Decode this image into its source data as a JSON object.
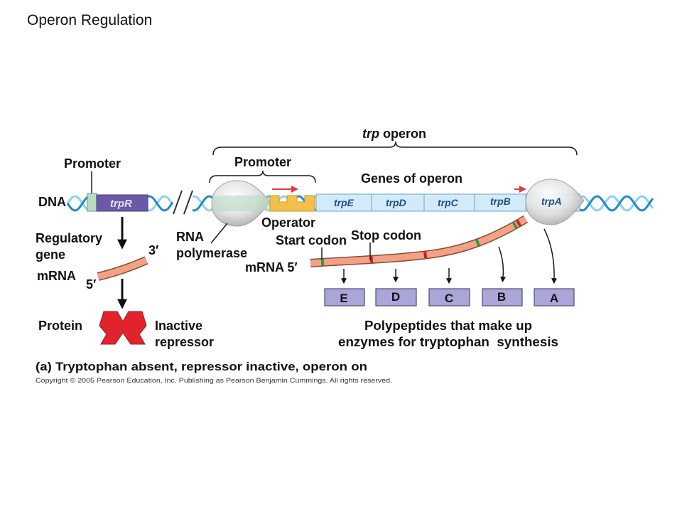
{
  "slide": {
    "title": "Operon Regulation"
  },
  "diagram": {
    "operon": {
      "italic_part": "trp",
      "rest": " operon"
    },
    "regulatory_promoter_label": "Promoter",
    "operon_promoter_label": "Promoter",
    "genes_label": "Genes of operon",
    "dna_label": "DNA",
    "regulatory_gene_name": "trpR",
    "genes": [
      {
        "name": "trpE",
        "polypeptide": "E"
      },
      {
        "name": "trpD",
        "polypeptide": "D"
      },
      {
        "name": "trpC",
        "polypeptide": "C"
      },
      {
        "name": "trpB",
        "polypeptide": "B"
      },
      {
        "name": "trpA",
        "polypeptide": "A"
      }
    ],
    "operator_label": "Operator",
    "start_codon_label": "Start codon",
    "stop_codon_label": "Stop codon",
    "operon_mrna_label": "mRNA 5′",
    "regulatory_gene_label": [
      "Regulatory",
      "gene"
    ],
    "rna_polymerase_label": [
      "RNA",
      "polymerase"
    ],
    "repressor_mrna_label": "mRNA",
    "repressor_mrna_3_end": "3′",
    "repressor_mrna_5_end": "5′",
    "protein_label": "Protein",
    "repressor_label": [
      "Inactive",
      "repressor"
    ],
    "polypeptides_label": [
      "Polypeptides that make up",
      "enzymes for tryptophan  synthesis"
    ],
    "caption": "(a) Tryptophan absent, repressor inactive, operon on",
    "copyright": "Copyright © 2005 Pearson Education, Inc. Publishing as Pearson Benjamin Cummings. All rights reserved."
  },
  "colors": {
    "dna_strand_dark": "#1c8ccf",
    "dna_strand_light": "#8fd0f0",
    "regulatory_gene": "#6a58a8",
    "promoter": "#b9dcc1",
    "operator": "#f3c14b",
    "gene_box": "#d3ebf8",
    "polypeptide_box": "#aaa6da",
    "mrna": "#f2a285",
    "start_codon": "#2e9a4a",
    "stop_codon": "#d0202a",
    "repressor": "#e2232b",
    "transcription_arrow": "#e23a3a"
  }
}
